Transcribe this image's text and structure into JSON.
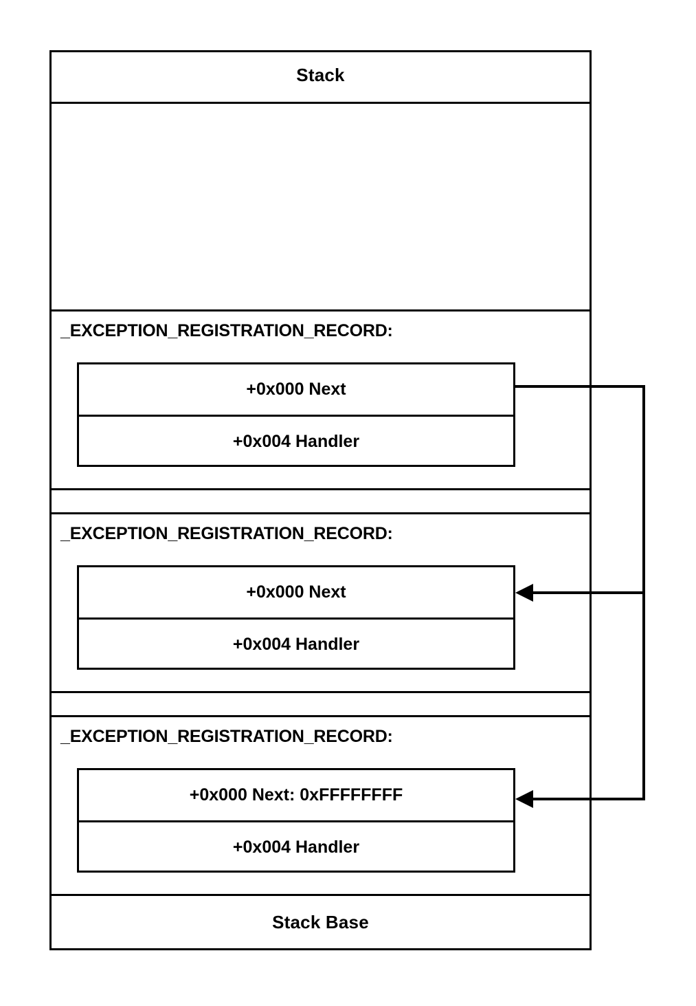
{
  "diagram": {
    "title": "Stack",
    "stack_header_label": "Stack",
    "stack_base_label": "Stack Base",
    "record_title": "_EXCEPTION_REGISTRATION_RECORD:",
    "colors": {
      "stroke": "#000000",
      "background": "#ffffff"
    },
    "records": [
      {
        "title": "_EXCEPTION_REGISTRATION_RECORD:",
        "fields": [
          {
            "label": "+0x000 Next"
          },
          {
            "label": "+0x004 Handler"
          }
        ]
      },
      {
        "title": "_EXCEPTION_REGISTRATION_RECORD:",
        "fields": [
          {
            "label": "+0x000 Next"
          },
          {
            "label": "+0x004 Handler"
          }
        ]
      },
      {
        "title": "_EXCEPTION_REGISTRATION_RECORD:",
        "fields": [
          {
            "label": "+0x000 Next: 0xFFFFFFFF"
          },
          {
            "label": "+0x004 Handler"
          }
        ]
      }
    ],
    "connectors": [
      {
        "from": "record-1-next",
        "to": "record-2-next",
        "arrow": "left"
      },
      {
        "from": "record-2-next",
        "to": "record-3-next",
        "arrow": "left"
      }
    ]
  }
}
